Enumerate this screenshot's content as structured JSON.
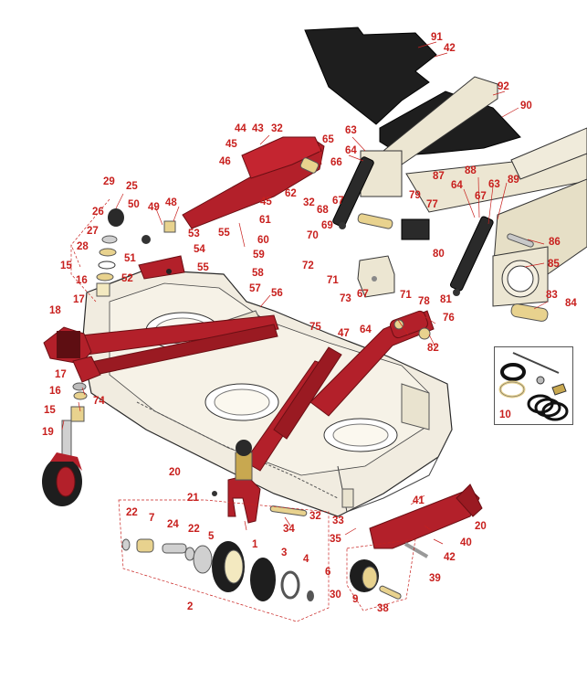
{
  "colors": {
    "callout": "#c8201e",
    "frame": "#b3202a",
    "frame_dark": "#7a1117",
    "deck": "#f1ece0",
    "deck_line": "#2a2a2a",
    "shield": "#1e1e1e",
    "cream": "#e9e3cf",
    "tan": "#e8d28e",
    "leader": "#c8201e"
  },
  "icons": {
    "inset_seal_kit": "seal-kit-icon"
  },
  "callouts": [
    {
      "id": "c91",
      "label": "91"
    },
    {
      "id": "c42a",
      "label": "42"
    },
    {
      "id": "c92",
      "label": "92"
    },
    {
      "id": "c90",
      "label": "90"
    },
    {
      "id": "c44",
      "label": "44"
    },
    {
      "id": "c43",
      "label": "43"
    },
    {
      "id": "c32a",
      "label": "32"
    },
    {
      "id": "c63a",
      "label": "63"
    },
    {
      "id": "c45a",
      "label": "45"
    },
    {
      "id": "c65",
      "label": "65"
    },
    {
      "id": "c64a",
      "label": "64"
    },
    {
      "id": "c46",
      "label": "46"
    },
    {
      "id": "c66",
      "label": "66"
    },
    {
      "id": "c62",
      "label": "62"
    },
    {
      "id": "c32b",
      "label": "32"
    },
    {
      "id": "c67a",
      "label": "67"
    },
    {
      "id": "c87",
      "label": "87"
    },
    {
      "id": "c88",
      "label": "88"
    },
    {
      "id": "c63b",
      "label": "63"
    },
    {
      "id": "c89",
      "label": "89"
    },
    {
      "id": "c64b",
      "label": "64"
    },
    {
      "id": "c67b",
      "label": "67"
    },
    {
      "id": "c68",
      "label": "68"
    },
    {
      "id": "c29",
      "label": "29"
    },
    {
      "id": "c25",
      "label": "25"
    },
    {
      "id": "c79",
      "label": "79"
    },
    {
      "id": "c77",
      "label": "77"
    },
    {
      "id": "c26",
      "label": "26"
    },
    {
      "id": "c50",
      "label": "50"
    },
    {
      "id": "c49",
      "label": "49"
    },
    {
      "id": "c48",
      "label": "48"
    },
    {
      "id": "c45b",
      "label": "45"
    },
    {
      "id": "c61",
      "label": "61"
    },
    {
      "id": "c69",
      "label": "69"
    },
    {
      "id": "c27",
      "label": "27"
    },
    {
      "id": "c53",
      "label": "53"
    },
    {
      "id": "c55a",
      "label": "55"
    },
    {
      "id": "c70",
      "label": "70"
    },
    {
      "id": "c86",
      "label": "86"
    },
    {
      "id": "c28",
      "label": "28"
    },
    {
      "id": "c54",
      "label": "54"
    },
    {
      "id": "c60",
      "label": "60"
    },
    {
      "id": "c59",
      "label": "59"
    },
    {
      "id": "c80",
      "label": "80"
    },
    {
      "id": "c85",
      "label": "85"
    },
    {
      "id": "c15a",
      "label": "15"
    },
    {
      "id": "c51",
      "label": "51"
    },
    {
      "id": "c55b",
      "label": "55"
    },
    {
      "id": "c72",
      "label": "72"
    },
    {
      "id": "c16a",
      "label": "16"
    },
    {
      "id": "c52",
      "label": "52"
    },
    {
      "id": "c58",
      "label": "58"
    },
    {
      "id": "c71a",
      "label": "71"
    },
    {
      "id": "c57",
      "label": "57"
    },
    {
      "id": "c67c",
      "label": "67"
    },
    {
      "id": "c71b",
      "label": "71"
    },
    {
      "id": "c78",
      "label": "78"
    },
    {
      "id": "c81",
      "label": "81"
    },
    {
      "id": "c83",
      "label": "83"
    },
    {
      "id": "c17a",
      "label": "17"
    },
    {
      "id": "c56",
      "label": "56"
    },
    {
      "id": "c73",
      "label": "73"
    },
    {
      "id": "c84",
      "label": "84"
    },
    {
      "id": "c18",
      "label": "18"
    },
    {
      "id": "c76",
      "label": "76"
    },
    {
      "id": "c64c",
      "label": "64"
    },
    {
      "id": "c75",
      "label": "75"
    },
    {
      "id": "c47",
      "label": "47"
    },
    {
      "id": "c82",
      "label": "82"
    },
    {
      "id": "c17b",
      "label": "17"
    },
    {
      "id": "c16b",
      "label": "16"
    },
    {
      "id": "c74",
      "label": "74"
    },
    {
      "id": "c15b",
      "label": "15"
    },
    {
      "id": "c10",
      "label": "10"
    },
    {
      "id": "c19",
      "label": "19"
    },
    {
      "id": "c20a",
      "label": "20"
    },
    {
      "id": "c21",
      "label": "21"
    },
    {
      "id": "c41",
      "label": "41"
    },
    {
      "id": "c22a",
      "label": "22"
    },
    {
      "id": "c7",
      "label": "7"
    },
    {
      "id": "c32c",
      "label": "32"
    },
    {
      "id": "c33",
      "label": "33"
    },
    {
      "id": "c24",
      "label": "24"
    },
    {
      "id": "c22b",
      "label": "22"
    },
    {
      "id": "c34",
      "label": "34"
    },
    {
      "id": "c20b",
      "label": "20"
    },
    {
      "id": "c5",
      "label": "5"
    },
    {
      "id": "c1",
      "label": "1"
    },
    {
      "id": "c35",
      "label": "35"
    },
    {
      "id": "c40",
      "label": "40"
    },
    {
      "id": "c3",
      "label": "3"
    },
    {
      "id": "c4",
      "label": "4"
    },
    {
      "id": "c42b",
      "label": "42"
    },
    {
      "id": "c6",
      "label": "6"
    },
    {
      "id": "c39",
      "label": "39"
    },
    {
      "id": "c30",
      "label": "30"
    },
    {
      "id": "c9",
      "label": "9"
    },
    {
      "id": "c2",
      "label": "2"
    },
    {
      "id": "c38",
      "label": "38"
    }
  ]
}
